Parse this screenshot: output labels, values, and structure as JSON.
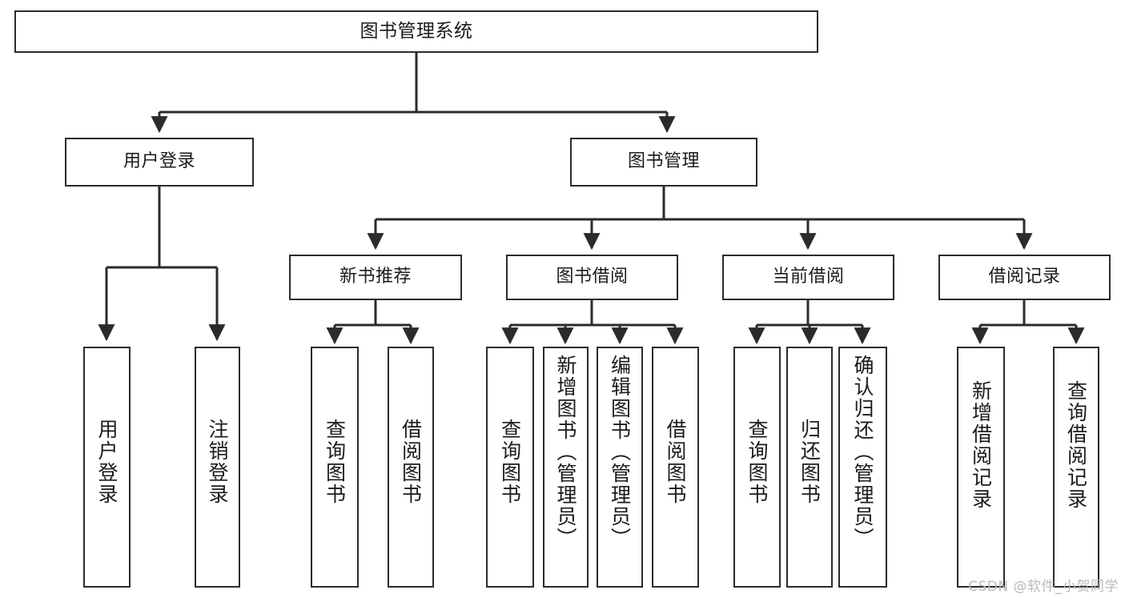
{
  "diagram": {
    "title": "图书管理系统",
    "type": "tree-hierarchy-diagram",
    "stroke_color": "#2b2b2b",
    "fill_color": "#ffffff",
    "text_color": "#1b1b1b",
    "watermark": "CSDN @软件_小贺同学"
  },
  "nodes": {
    "root": {
      "label": "图书管理系统"
    },
    "level2": [
      {
        "label": "用户登录"
      },
      {
        "label": "图书管理"
      }
    ],
    "level3": [
      {
        "label": "新书推荐"
      },
      {
        "label": "图书借阅"
      },
      {
        "label": "当前借阅"
      },
      {
        "label": "借阅记录"
      }
    ],
    "leaves_user_login": [
      {
        "label": "用户登录"
      },
      {
        "label": "注销登录"
      }
    ],
    "leaves_new_book": [
      {
        "label": "查询图书"
      },
      {
        "label": "借阅图书"
      }
    ],
    "leaves_borrow": [
      {
        "label": "查询图书"
      },
      {
        "label": "新增图书（管理员）"
      },
      {
        "label": "编辑图书（管理员）"
      },
      {
        "label": "借阅图书"
      }
    ],
    "leaves_current": [
      {
        "label": "查询图书"
      },
      {
        "label": "归还图书"
      },
      {
        "label": "确认归还（管理员）"
      }
    ],
    "leaves_records": [
      {
        "label": "新增借阅记录"
      },
      {
        "label": "查询借阅记录"
      }
    ]
  }
}
